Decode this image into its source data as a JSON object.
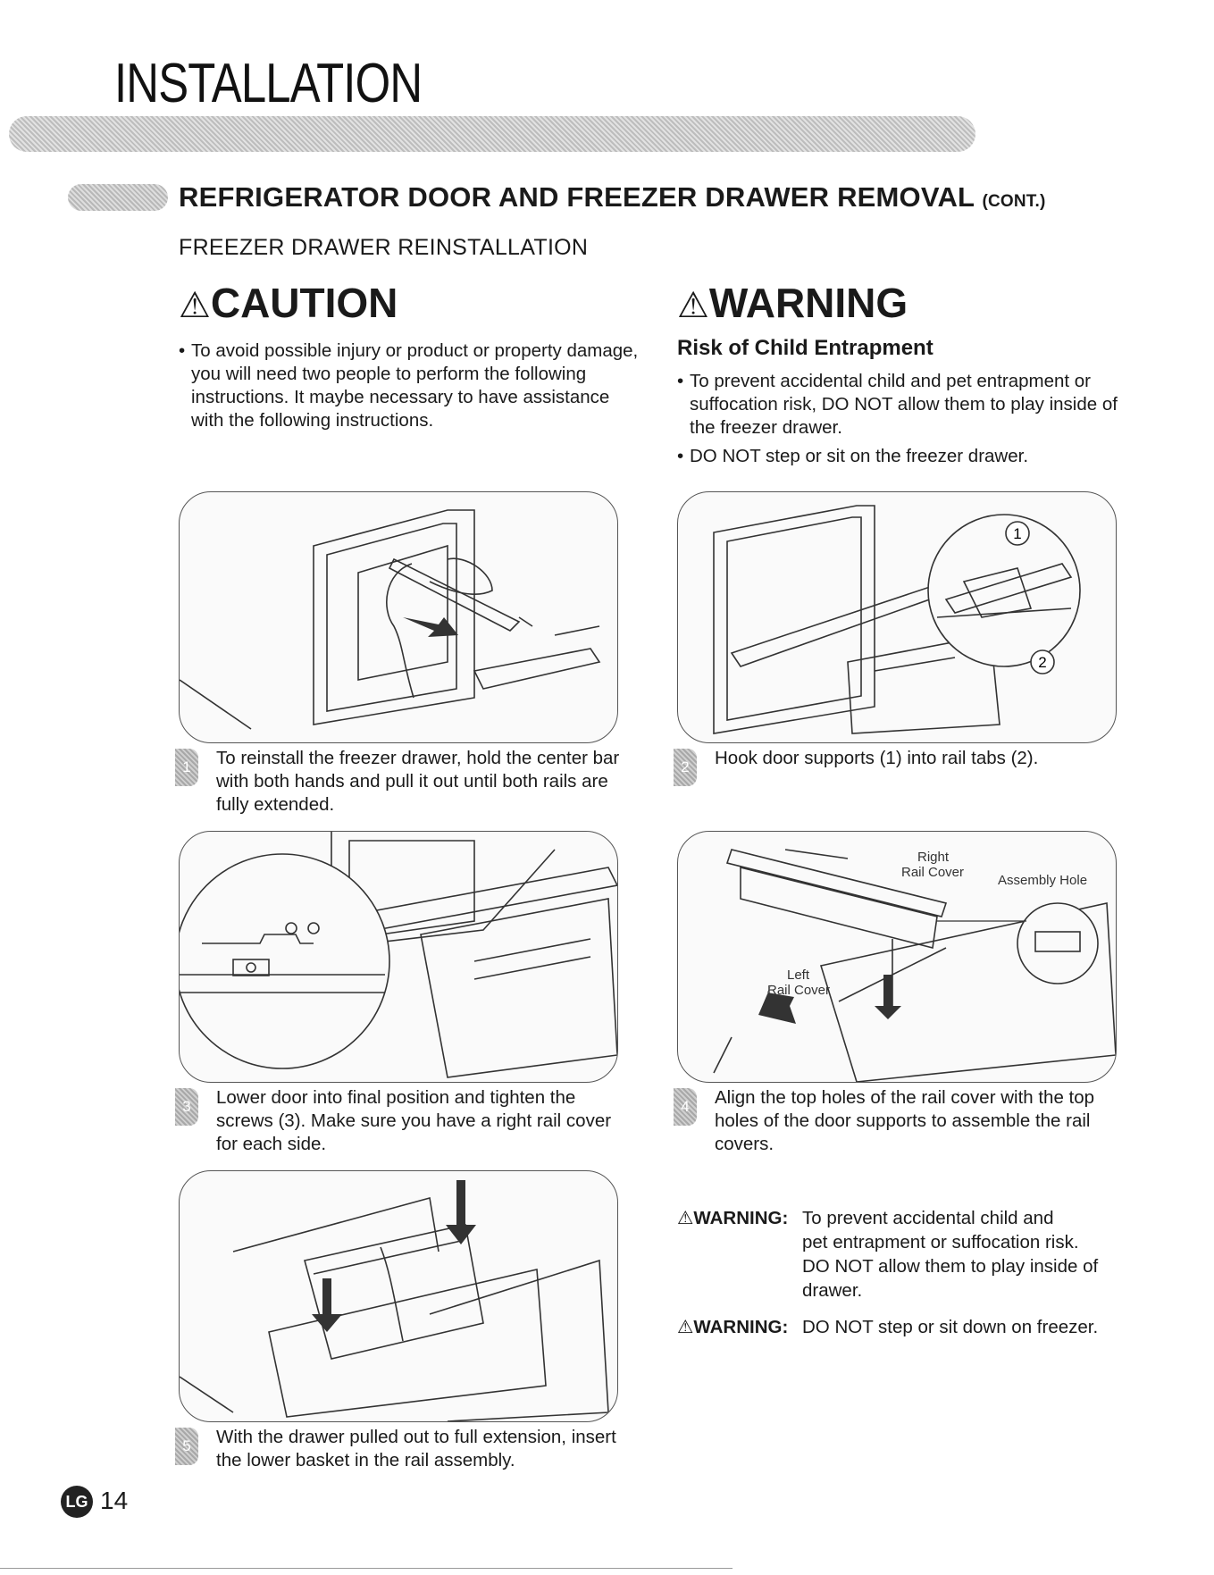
{
  "header": {
    "title": "INSTALLATION"
  },
  "section": {
    "title": "REFRIGERATOR DOOR AND FREEZER DRAWER REMOVAL",
    "suffix": "(CONT.)",
    "subtitle": "FREEZER DRAWER REINSTALLATION"
  },
  "caution": {
    "symbol": "⚠",
    "title": "CAUTION",
    "bullets": [
      "To avoid possible injury or product or property damage, you will need two people to perform the following instructions. It maybe necessary to have assistance with the following instructions."
    ]
  },
  "warning": {
    "symbol": "⚠",
    "title": "WARNING",
    "subtitle": "Risk of Child Entrapment",
    "bullets": [
      "To prevent accidental child and pet entrapment or suffocation risk, DO NOT allow them to play inside of the freezer drawer.",
      "DO NOT step or sit on the freezer drawer."
    ]
  },
  "steps": [
    {
      "number": "1",
      "text": "To reinstall the freezer drawer, hold the center bar with both hands and pull it out until both rails are fully extended."
    },
    {
      "number": "2",
      "text": "Hook door supports (1) into rail tabs (2)."
    },
    {
      "number": "3",
      "text": "Lower door into final position and tighten the screws (3). Make sure you have a right rail cover for each side."
    },
    {
      "number": "4",
      "text": "Align the top holes of the rail cover with the top holes of the door supports to assemble the rail covers."
    },
    {
      "number": "5",
      "text": "With the drawer pulled out to full extension, insert the lower basket in the rail assembly."
    }
  ],
  "figure2": {
    "callout1": "1",
    "callout2": "2"
  },
  "figure4": {
    "label_right_line1": "Right",
    "label_right_line2": "Rail Cover",
    "label_hole": "Assembly Hole",
    "label_left_line1": "Left",
    "label_left_line2": "Rail Cover"
  },
  "bottom_warnings": [
    {
      "label": "⚠WARNING:",
      "lines": [
        "To prevent accidental child and",
        "pet entrapment or suffocation risk.",
        "DO NOT allow them to play inside of",
        "drawer."
      ]
    },
    {
      "label": "⚠WARNING:",
      "lines": [
        "DO NOT step or sit down on freezer."
      ]
    }
  ],
  "footer": {
    "logo": "LG",
    "page_number": "14"
  }
}
